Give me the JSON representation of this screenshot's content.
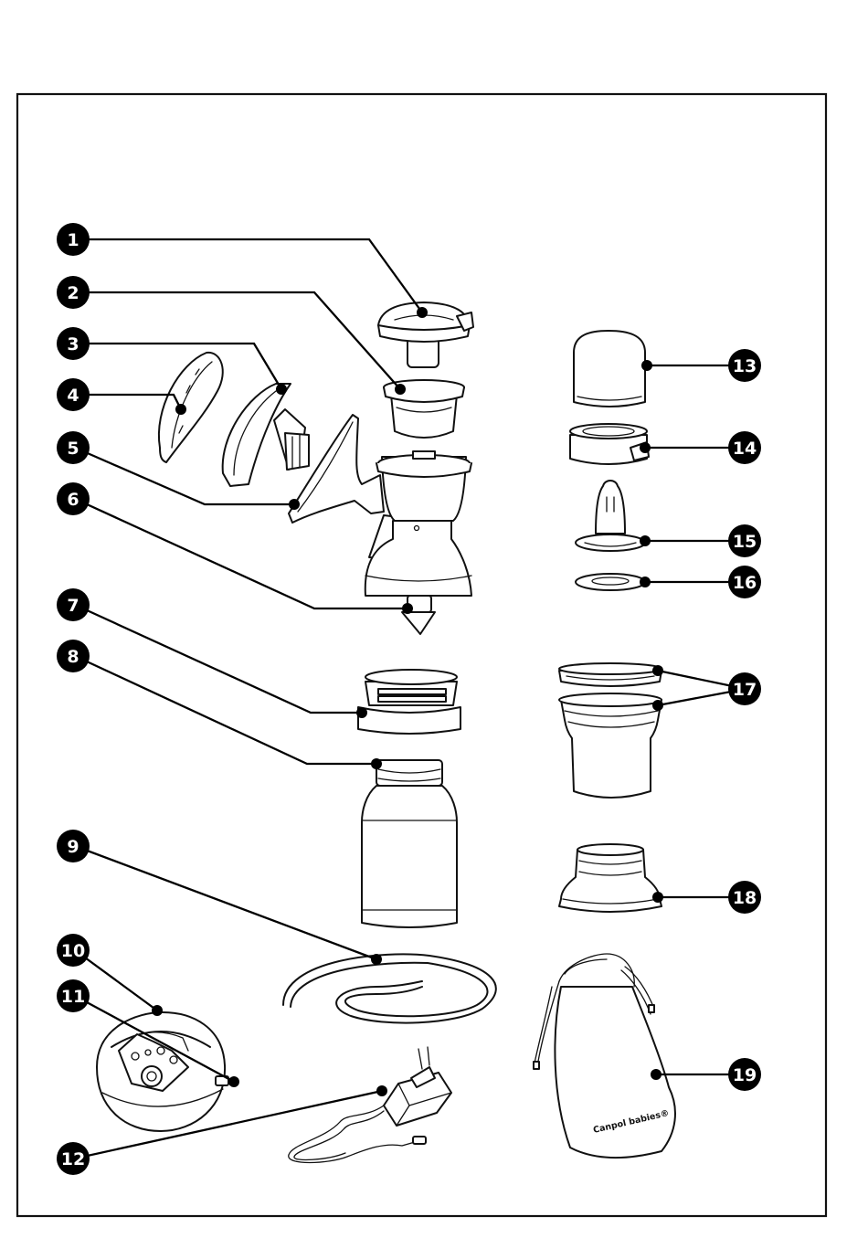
{
  "callouts": [
    "1",
    "2",
    "3",
    "4",
    "5",
    "6",
    "7",
    "8",
    "9",
    "10",
    "11",
    "12",
    "13",
    "14",
    "15",
    "16",
    "17",
    "18",
    "19"
  ],
  "brand_text": "Canpol babies®"
}
